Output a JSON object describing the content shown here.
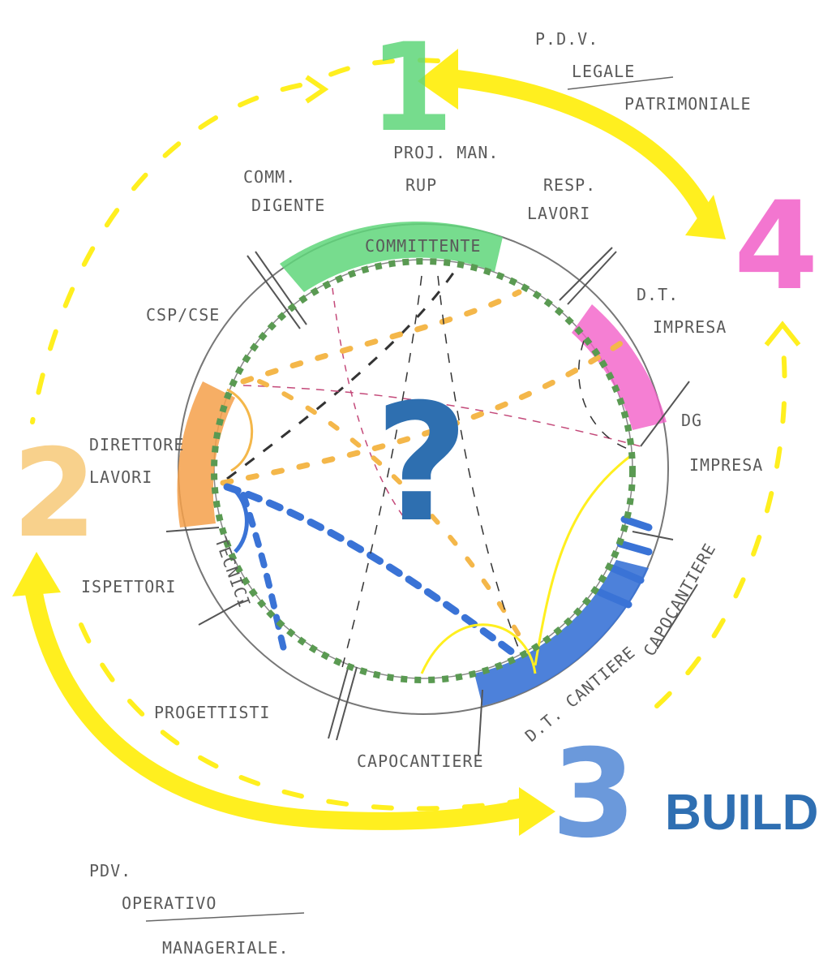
{
  "colors": {
    "green": "#5fd67a",
    "yellow": "#ffef1f",
    "pink": "#f25fc8",
    "orange": "#f4a04a",
    "blue": "#3a73d6",
    "dotted_ring": "#5a9a52",
    "question": "#2e6fb0",
    "ink": "#555555"
  },
  "phase_numbers": {
    "one": "1",
    "two": "2",
    "three": "3",
    "four": "4"
  },
  "notes": {
    "top_right": [
      "P.D.V.",
      "LEGALE",
      "PATRIMONIALE"
    ],
    "bottom_left": [
      "PDV.",
      "OPERATIVO",
      "MANAGERIALE."
    ]
  },
  "roles": {
    "committente": "COMMITTENTE",
    "comm_dirigente": [
      "COMM.",
      "DIGENTE"
    ],
    "proj_man_rup": [
      "PROJ. MAN.",
      "RUP"
    ],
    "resp_lavori": [
      "RESP.",
      "LAVORI"
    ],
    "dt_impresa": [
      "D.T.",
      "IMPRESA"
    ],
    "dg_impresa": [
      "DG",
      "IMPRESA"
    ],
    "csp_cse": "CSP/CSE",
    "direttore_lavori": [
      "DIRETTORE",
      "LAVORI"
    ],
    "ispettori": "ISPETTORI",
    "tecnici": "TECNICI",
    "progettisti": "PROGETTISTI",
    "capocantiere_bottom": "CAPOCANTIERE",
    "dt_cantiere": "D.T. CANTIERE",
    "capocantiere_right": "CAPOCANTIERE"
  },
  "center": {
    "question_mark": "?"
  },
  "brand": {
    "text": "BUILDI"
  }
}
